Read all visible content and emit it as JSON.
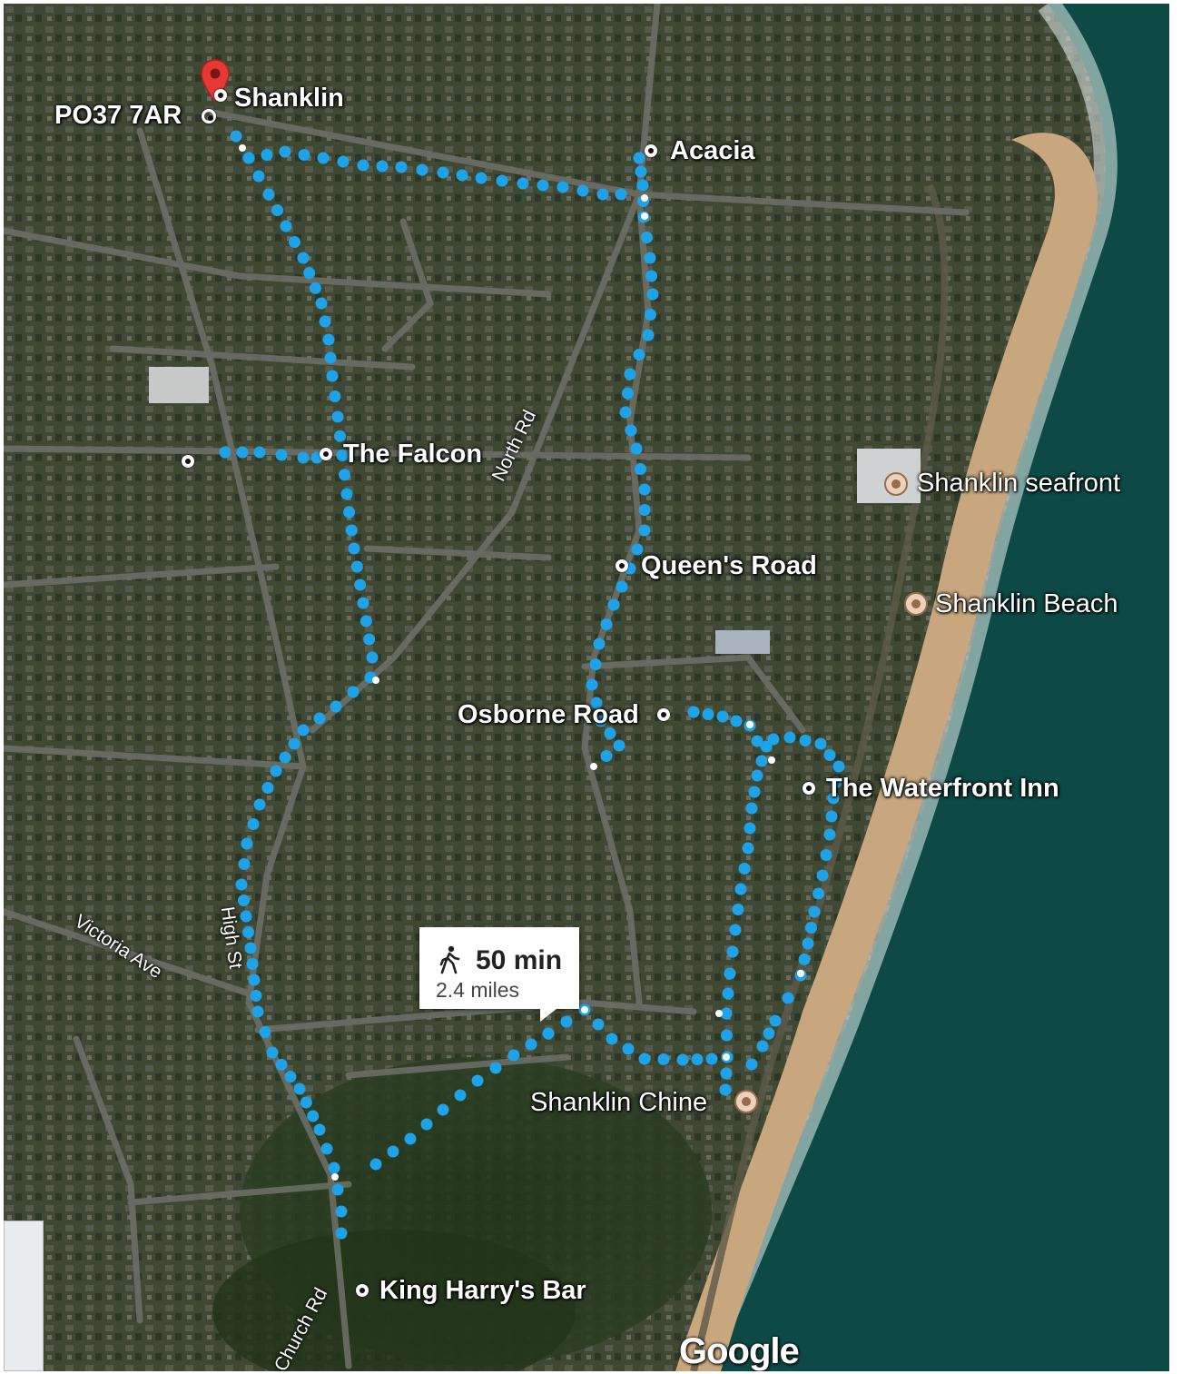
{
  "colors": {
    "route": "#1fa3e8",
    "land": "#3c4530",
    "sea": "#0d4a46",
    "beach": "#c9a77e",
    "marker": "#e53935"
  },
  "places": {
    "postcode": "PO37 7AR",
    "shanklin": "Shanklin",
    "acacia": "Acacia",
    "the_falcon": "The Falcon",
    "queens_road": "Queen's Road",
    "osborne_road": "Osborne Road",
    "waterfront_inn": "The Waterfront Inn",
    "shanklin_chine": "Shanklin Chine",
    "king_harrys_bar": "King Harry's Bar",
    "shanklin_seafront": "Shanklin seafront",
    "shanklin_beach": "Shanklin Beach"
  },
  "roads": {
    "north_rd": "North Rd",
    "victoria_ave": "Victoria Ave",
    "high_st": "High St",
    "church_rd": "Church Rd"
  },
  "route_summary": {
    "mode_icon": "walking-icon",
    "duration": "50 min",
    "distance": "2.4 miles"
  },
  "attribution": "Google"
}
